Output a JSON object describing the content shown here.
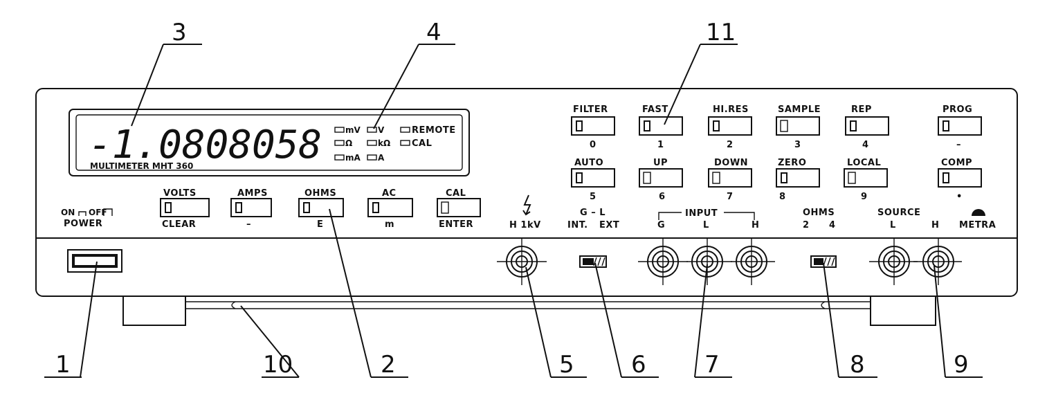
{
  "display": {
    "reading": "-1.0808058",
    "model": "MULTIMETER MHT 360",
    "annunciators": [
      "mV",
      "V",
      "REMOTE",
      "Ω",
      "kΩ",
      "CAL",
      "mA",
      "A"
    ]
  },
  "callouts": [
    "1",
    "2",
    "3",
    "4",
    "5",
    "6",
    "7",
    "8",
    "9",
    "10",
    "11"
  ],
  "function_keys": [
    {
      "top": "VOLTS",
      "bottom": "CLEAR"
    },
    {
      "top": "AMPS",
      "bottom": "–"
    },
    {
      "top": "OHMS",
      "bottom": "E"
    },
    {
      "top": "AC",
      "bottom": "m"
    },
    {
      "top": "CAL",
      "bottom": "ENTER"
    }
  ],
  "keypad_row1": [
    {
      "top": "FILTER",
      "bottom": "0"
    },
    {
      "top": "FAST",
      "bottom": "1"
    },
    {
      "top": "HI.RES",
      "bottom": "2"
    },
    {
      "top": "SAMPLE",
      "bottom": "3"
    },
    {
      "top": "REP",
      "bottom": "4"
    },
    {
      "top": "PROG",
      "bottom": "–"
    }
  ],
  "keypad_row2": [
    {
      "top": "AUTO",
      "bottom": "5"
    },
    {
      "top": "UP",
      "bottom": "6"
    },
    {
      "top": "DOWN",
      "bottom": "7"
    },
    {
      "top": "ZERO",
      "bottom": "8"
    },
    {
      "top": "LOCAL",
      "bottom": "9"
    },
    {
      "top": "COMP",
      "bottom": "•"
    }
  ],
  "power": {
    "on": "ON",
    "off": "OFF",
    "label": "POWER"
  },
  "terminals": {
    "hv": "H 1kV",
    "gl_title": "G – L",
    "gl_int": "INT.",
    "gl_ext": "EXT",
    "input_title": "INPUT",
    "input_g": "G",
    "input_l": "L",
    "input_h": "H",
    "ohms_title": "OHMS",
    "ohms_2": "2",
    "ohms_4": "4",
    "source_title": "SOURCE",
    "source_l": "L",
    "source_h": "H",
    "brand": "METRA"
  }
}
